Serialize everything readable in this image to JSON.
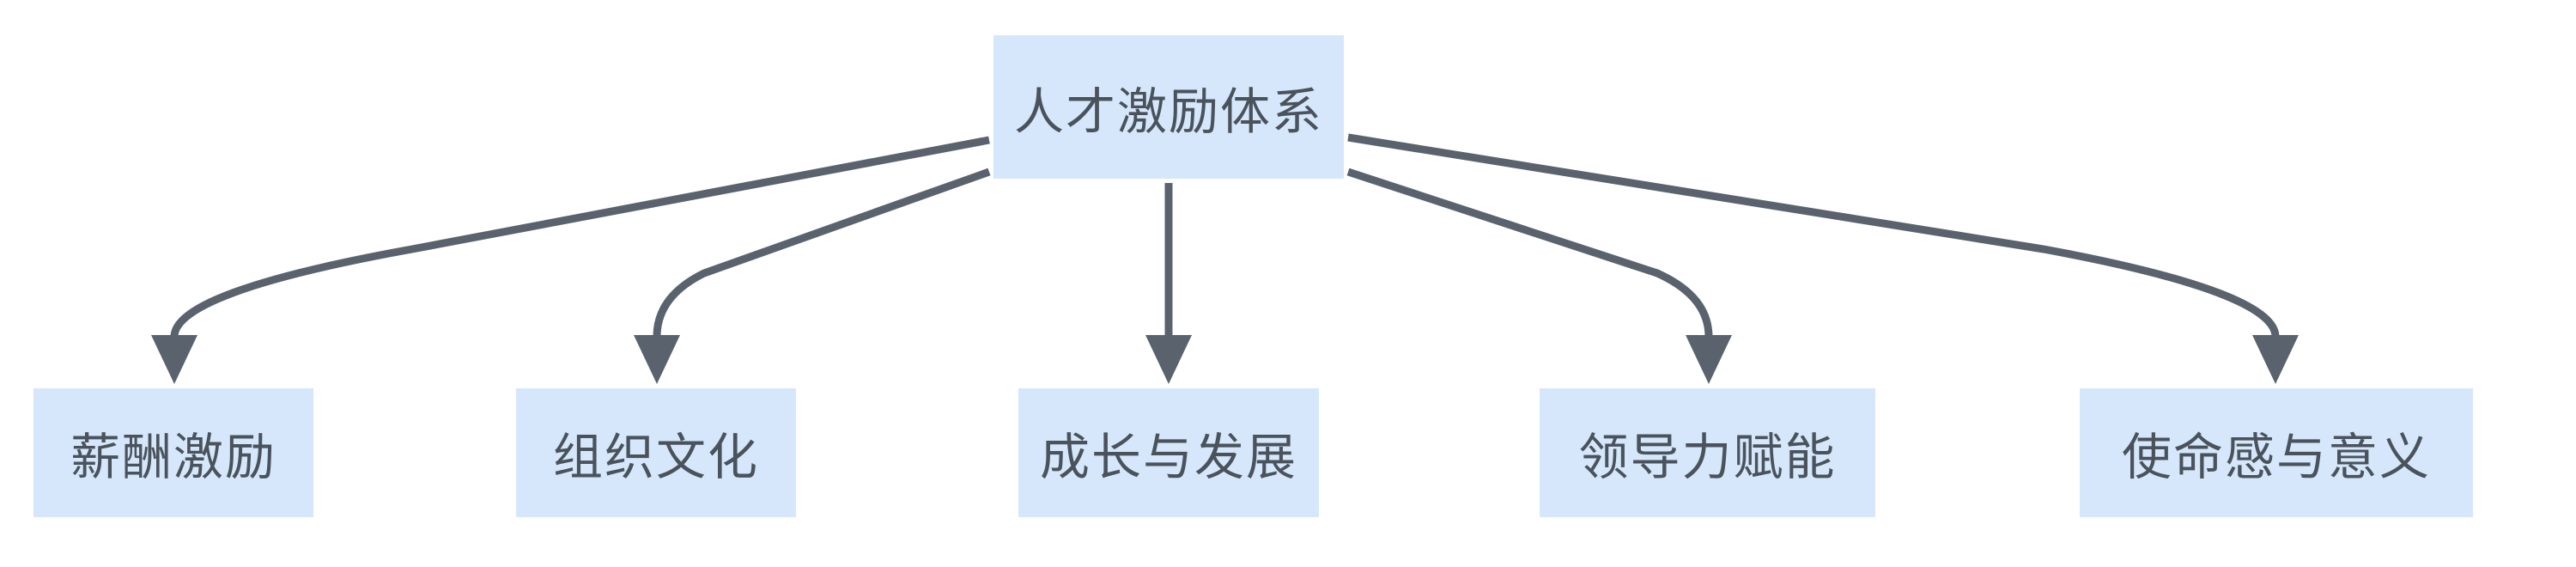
{
  "diagram": {
    "root": {
      "label": "人才激励体系"
    },
    "children": [
      {
        "label": "薪酬激励"
      },
      {
        "label": "组织文化"
      },
      {
        "label": "成长与发展"
      },
      {
        "label": "领导力赋能"
      },
      {
        "label": "使命感与意义"
      }
    ],
    "colors": {
      "node_fill": "#d6e7fc",
      "text": "#4a535c",
      "edge": "#5a636d"
    }
  }
}
